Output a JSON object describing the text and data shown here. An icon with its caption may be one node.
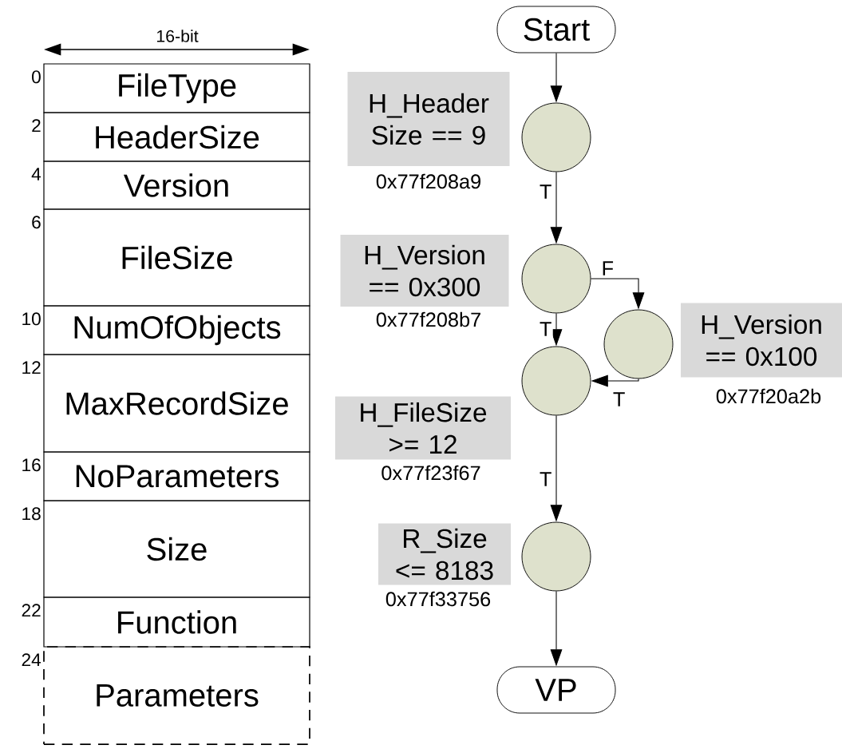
{
  "diagram": {
    "nodes": [
      {
        "text": [
          "FileType"
        ],
        "beside": [
          "0"
        ]
      },
      {
        "text": [
          "HeaderSize"
        ],
        "beside": [
          "2"
        ]
      },
      {
        "text": [
          "Version"
        ],
        "beside": [
          "4"
        ]
      },
      {
        "text": [
          "FileSize"
        ],
        "beside": [
          "6"
        ]
      },
      {
        "text": [
          "NumOfObjects"
        ],
        "beside": [
          "10"
        ]
      },
      {
        "text": [
          "MaxRecordSize"
        ],
        "beside": [
          "12"
        ]
      },
      {
        "text": [
          "NoParameters"
        ],
        "beside": [
          "16"
        ]
      },
      {
        "text": [
          "Size"
        ],
        "beside": [
          "18"
        ]
      },
      {
        "text": [
          "Function"
        ],
        "beside": [
          "22"
        ]
      },
      {
        "text": [
          "Parameters"
        ],
        "beside": [
          "24"
        ]
      },
      {
        "text": [
          "Start"
        ]
      },
      {
        "text": [
          "H_Header Size == 9"
        ],
        "beside": [
          "0x77f208a9"
        ]
      },
      {
        "text": [],
        "shape": "circle"
      },
      {
        "text": [
          "H_Version == 0x300"
        ],
        "beside": [
          "0x77f208b7"
        ]
      },
      {
        "text": [],
        "shape": "circle"
      },
      {
        "text": [],
        "shape": "circle"
      },
      {
        "text": [
          "H_Version == 0x100"
        ],
        "beside": [
          "0x77f20a2b"
        ]
      },
      {
        "text": [
          "H_FileSize >= 12"
        ],
        "beside": [
          "0x77f23f67"
        ]
      },
      {
        "text": [],
        "shape": "circle"
      },
      {
        "text": [
          "R_Size <= 8183"
        ],
        "beside": [
          "0x77f33756"
        ]
      },
      {
        "text": [],
        "shape": "circle"
      },
      {
        "text": [
          "VP"
        ]
      }
    ],
    "edges": [
      {
        "from": 10,
        "to": 12,
        "arrow": "to"
      },
      {
        "from": 12,
        "to": 14,
        "arrow": "to",
        "label": "T"
      },
      {
        "from": 14,
        "to": 15,
        "arrow": "to",
        "label": "F"
      },
      {
        "from": 14,
        "to": 18,
        "arrow": "to",
        "label": "T"
      },
      {
        "from": 15,
        "to": 18,
        "arrow": "to",
        "label": "T"
      },
      {
        "from": 18,
        "to": 20,
        "arrow": "to",
        "label": "T"
      },
      {
        "from": 20,
        "to": 21,
        "arrow": "to"
      }
    ],
    "labels": [
      "16-bit"
    ]
  }
}
